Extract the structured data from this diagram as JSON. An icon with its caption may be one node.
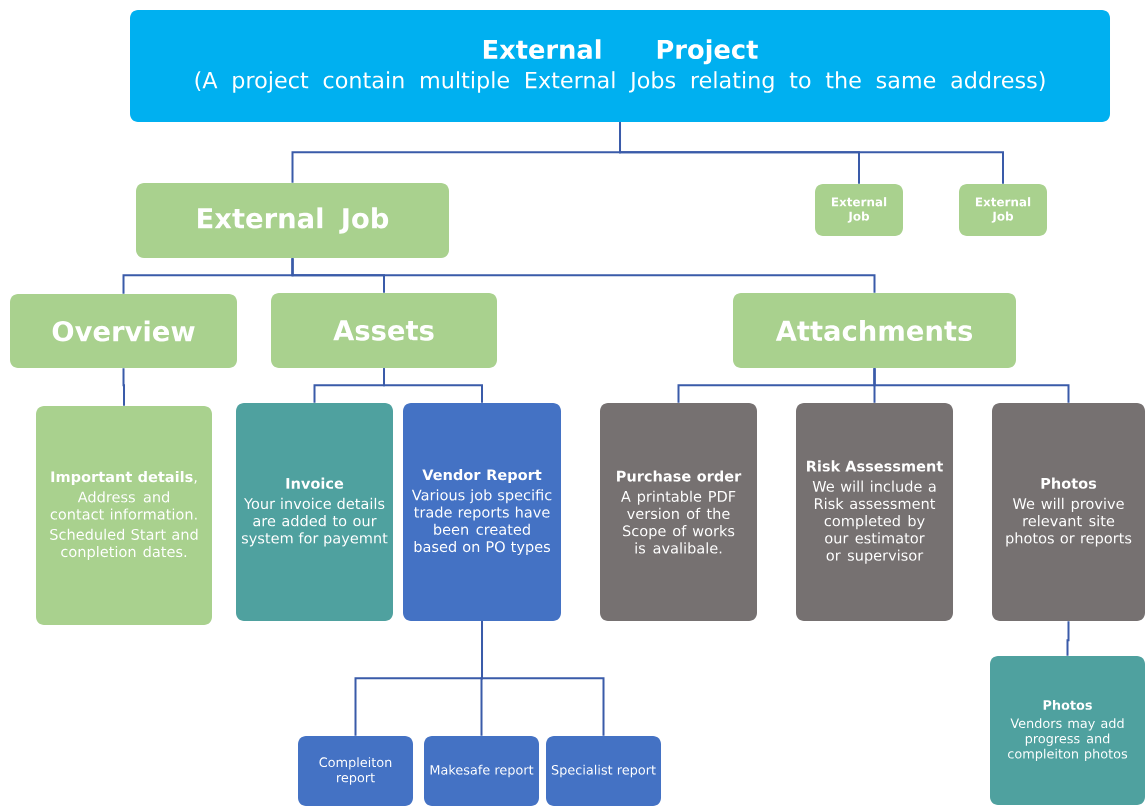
{
  "diagram": {
    "nodes": [
      {
        "text": [
          "External Project",
          "(A project contain multiple External Jobs relating to the same address)"
        ]
      },
      {
        "text": [
          "External Job"
        ]
      },
      {
        "text": [
          "External Job"
        ]
      },
      {
        "text": [
          "External Job"
        ]
      },
      {
        "text": [
          "Overview"
        ]
      },
      {
        "text": [
          "Assets"
        ]
      },
      {
        "text": [
          "Attachments"
        ]
      },
      {
        "text": [
          "**Important details**,",
          "Address and contact information.",
          "Scheduled Start and conpletion dates."
        ]
      },
      {
        "text": [
          "Invoice",
          "Your invoice details are added to our system for payemnt"
        ]
      },
      {
        "text": [
          "Vendor Report",
          "Various job specific trade reports have been created based on PO types"
        ]
      },
      {
        "text": [
          "Purchase order",
          "A printable PDF version of the Scope of works is avalibale."
        ]
      },
      {
        "text": [
          "Risk Assessment",
          "We will include a Risk assessment completed by our estimator or supervisor"
        ]
      },
      {
        "text": [
          "Photos",
          "We will provive relevant site photos or reports"
        ]
      },
      {
        "text": [
          "Compleiton report"
        ]
      },
      {
        "text": [
          "Makesafe report"
        ]
      },
      {
        "text": [
          "Specialist report"
        ]
      },
      {
        "text": [
          "Photos",
          "Vendors may add progress and compleiton photos"
        ]
      }
    ],
    "edges": [
      {
        "from": 0,
        "to": 1,
        "arrow": "none"
      },
      {
        "from": 0,
        "to": 2,
        "arrow": "none"
      },
      {
        "from": 0,
        "to": 3,
        "arrow": "none"
      },
      {
        "from": 1,
        "to": 4,
        "arrow": "none"
      },
      {
        "from": 1,
        "to": 5,
        "arrow": "none"
      },
      {
        "from": 1,
        "to": 6,
        "arrow": "none"
      },
      {
        "from": 4,
        "to": 7,
        "arrow": "none"
      },
      {
        "from": 5,
        "to": 8,
        "arrow": "none"
      },
      {
        "from": 5,
        "to": 9,
        "arrow": "none"
      },
      {
        "from": 6,
        "to": 10,
        "arrow": "none"
      },
      {
        "from": 6,
        "to": 11,
        "arrow": "none"
      },
      {
        "from": 6,
        "to": 12,
        "arrow": "none"
      },
      {
        "from": 9,
        "to": 13,
        "arrow": "none"
      },
      {
        "from": 9,
        "to": 14,
        "arrow": "none"
      },
      {
        "from": 9,
        "to": 15,
        "arrow": "none"
      },
      {
        "from": 12,
        "to": 16,
        "arrow": "none"
      }
    ]
  }
}
